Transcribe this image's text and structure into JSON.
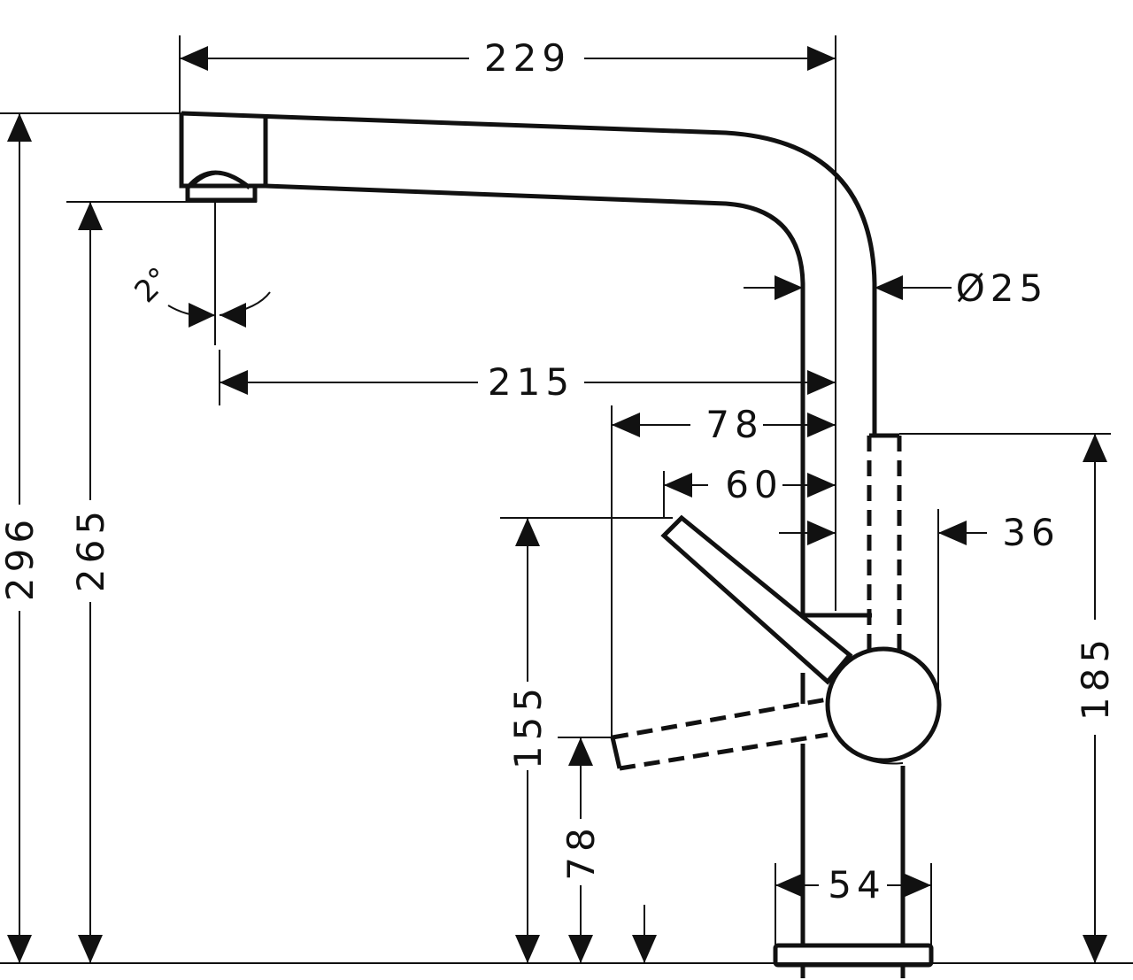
{
  "drawing": {
    "subject": "kitchen-faucet-dimension-drawing",
    "line_color": "#111111",
    "background_color": "#ffffff",
    "dimensions": {
      "spout_reach_total": "229",
      "spout_reach_outlet": "215",
      "height_total": "296",
      "height_outlet": "265",
      "pipe_diameter": "Ø25",
      "lever_reach": "78",
      "body_offset": "60",
      "handle_gap": "36",
      "body_height": "185",
      "lever_height": "155",
      "lever_low_height": "78",
      "base_width": "54",
      "angle": "2°"
    }
  }
}
